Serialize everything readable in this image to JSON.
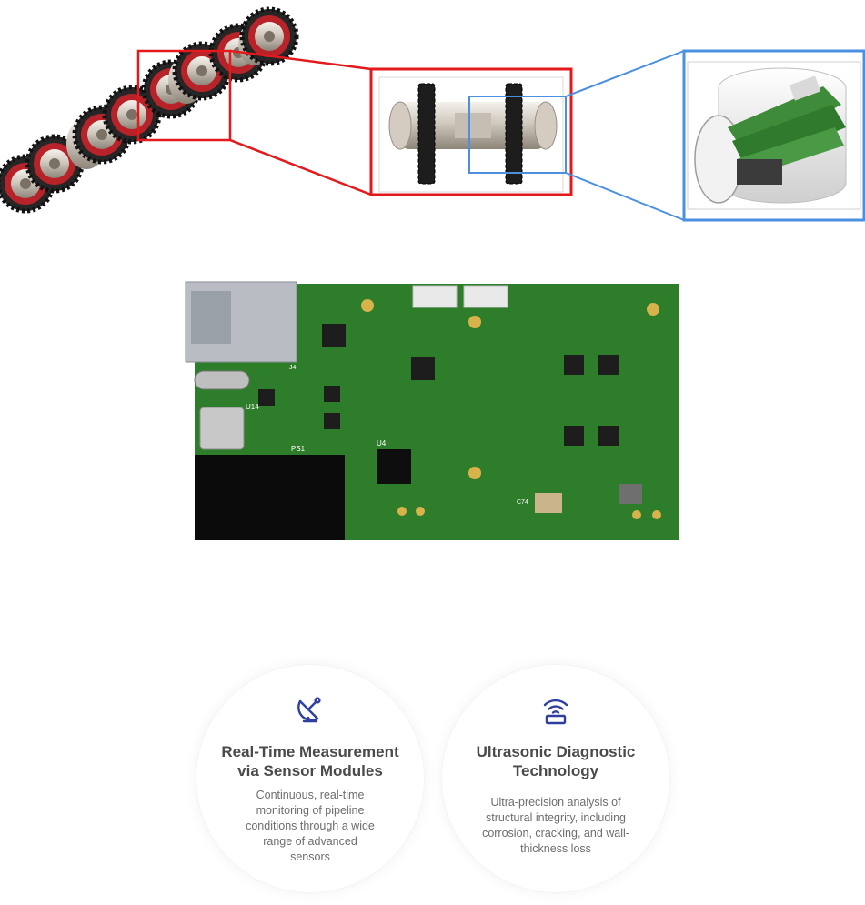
{
  "robot_strip": {
    "icon": "pipeline-robot-zoom-illustration",
    "highlight_color_primary": "#e3191b",
    "highlight_color_secondary": "#4a8fe0"
  },
  "pcb": {
    "icon": "sensor-circuit-board",
    "board_color": "#2e7d2a",
    "labels": [
      "U14",
      "PS1",
      "U4",
      "C74",
      "J4"
    ]
  },
  "features": [
    {
      "icon": "satellite-dish-icon",
      "title_lines": [
        "Real-Time Measurement",
        "via Sensor Modules"
      ],
      "description_lines": [
        "Continuous, real-time",
        "monitoring of pipeline",
        "conditions through a wide",
        "range of advanced",
        "sensors"
      ]
    },
    {
      "icon": "ultrasonic-wave-icon",
      "title_lines": [
        "Ultrasonic Diagnostic",
        "Technology"
      ],
      "description_lines": [
        "Ultra-precision analysis of",
        "structural integrity, including",
        "corrosion, cracking, and wall-",
        "thickness loss"
      ]
    }
  ],
  "colors": {
    "icon_accent": "#2f3f9e",
    "title_text": "#4a4a4a",
    "body_text": "#6d6d6d"
  }
}
